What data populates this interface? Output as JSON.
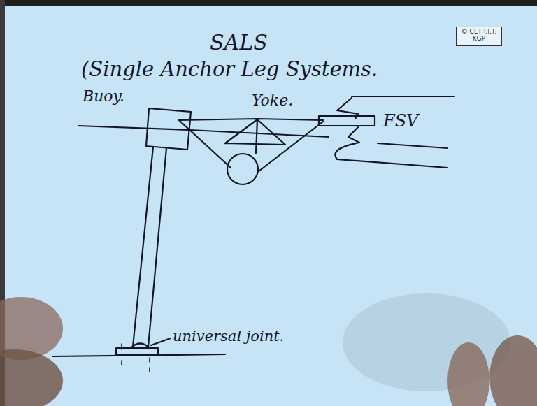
{
  "diagram": {
    "title": "SALS",
    "nodes": [
      {
        "text": [
          "© CET I.I.T. KGP"
        ]
      }
    ],
    "labels": [
      "(Single Anchor Leg Systems.",
      "Buoy.",
      "Yoke.",
      "FSV",
      "universal joint."
    ]
  }
}
